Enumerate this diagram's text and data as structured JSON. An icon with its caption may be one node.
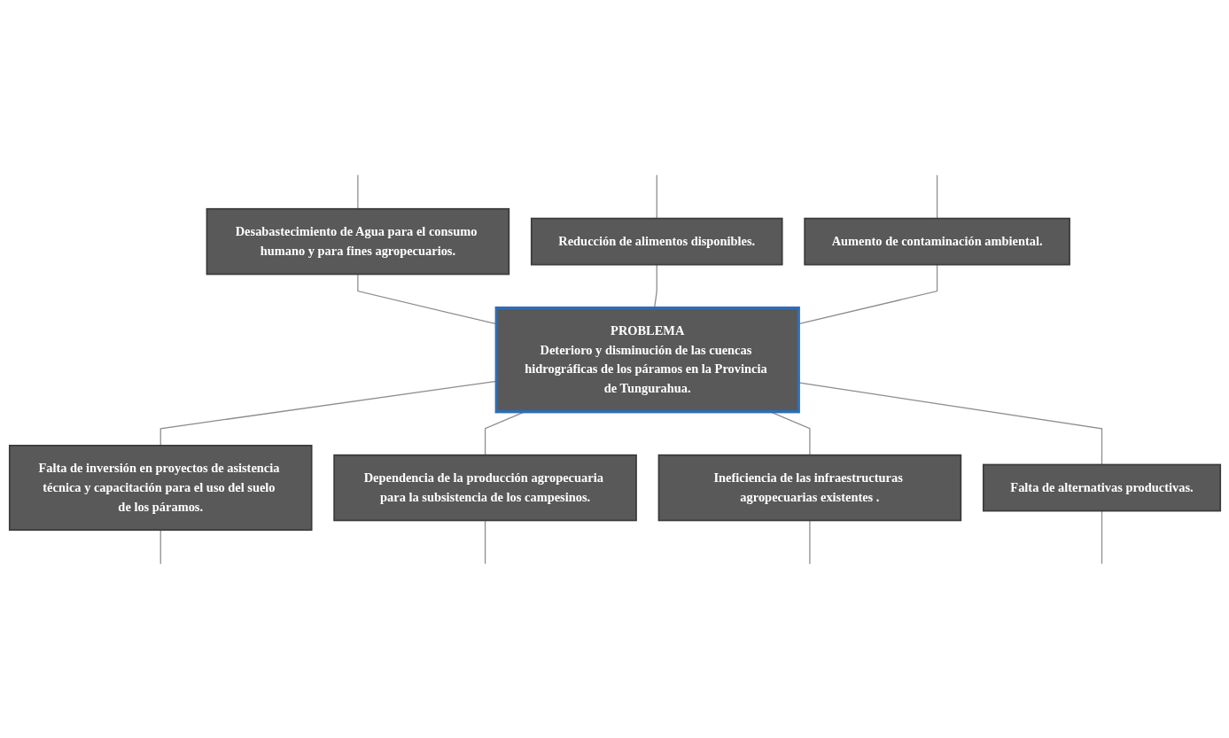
{
  "diagram": {
    "nodes": [
      {
        "text": [
          "Desabastecimiento de Agua para el consumo humano y para fines agropecuarios."
        ]
      },
      {
        "text": [
          "Reducción de alimentos disponibles."
        ]
      },
      {
        "text": [
          "Aumento de contaminación ambiental."
        ]
      },
      {
        "text": [
          "PROBLEMA",
          "Deterioro y disminución de las cuencas hidrográficas de los páramos en la Provincia de Tungurahua."
        ]
      },
      {
        "text": [
          "Falta de inversión en proyectos de asistencia técnica y capacitación para el uso del suelo de los páramos."
        ]
      },
      {
        "text": [
          "Dependencia de la producción agropecuaria para la subsistencia de los campesinos."
        ]
      },
      {
        "text": [
          "Ineficiencia de las infraestructuras agropecuarias existentes ."
        ]
      },
      {
        "text": [
          "Falta de alternativas productivas."
        ]
      }
    ],
    "edges": [
      {
        "from": null,
        "to": 0,
        "arrow": "none"
      },
      {
        "from": null,
        "to": 1,
        "arrow": "none"
      },
      {
        "from": null,
        "to": 2,
        "arrow": "none"
      },
      {
        "from": 0,
        "to": 3,
        "arrow": "none"
      },
      {
        "from": 1,
        "to": 3,
        "arrow": "none"
      },
      {
        "from": 2,
        "to": 3,
        "arrow": "none"
      },
      {
        "from": 3,
        "to": 4,
        "arrow": "none"
      },
      {
        "from": 3,
        "to": 5,
        "arrow": "none"
      },
      {
        "from": 3,
        "to": 6,
        "arrow": "none"
      },
      {
        "from": 3,
        "to": 7,
        "arrow": "none"
      },
      {
        "from": 4,
        "to": null,
        "arrow": "none"
      },
      {
        "from": 5,
        "to": null,
        "arrow": "none"
      },
      {
        "from": 6,
        "to": null,
        "arrow": "none"
      },
      {
        "from": 7,
        "to": null,
        "arrow": "none"
      }
    ]
  }
}
